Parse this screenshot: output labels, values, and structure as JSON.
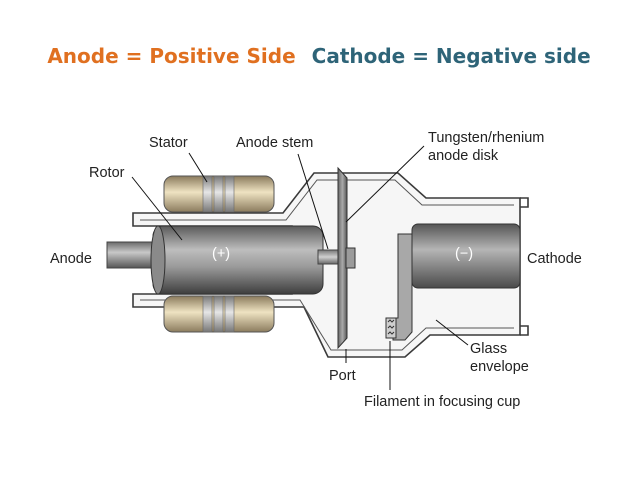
{
  "title": {
    "anode_text": "Anode = Positive Side",
    "cathode_text": "Cathode = Negative side",
    "anode_color": "#e07020",
    "cathode_color": "#2e6478"
  },
  "diagram": {
    "labels": {
      "stator": "Stator",
      "anode_stem": "Anode stem",
      "tungsten_line1": "Tungsten/rhenium",
      "tungsten_line2": "anode disk",
      "rotor": "Rotor",
      "anode": "Anode",
      "plus": "(+)",
      "minus": "(−)",
      "cathode": "Cathode",
      "glass_line1": "Glass",
      "glass_line2": "envelope",
      "port": "Port",
      "filament": "Filament in focusing cup"
    }
  }
}
